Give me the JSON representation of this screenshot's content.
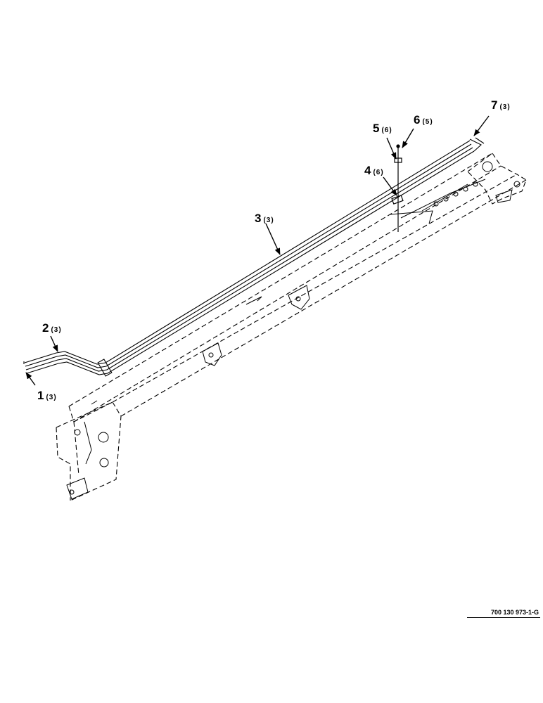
{
  "callouts": [
    {
      "id": "1",
      "number": "1",
      "qty": "(3)"
    },
    {
      "id": "2",
      "number": "2",
      "qty": "(3)"
    },
    {
      "id": "3",
      "number": "3",
      "qty": "(3)"
    },
    {
      "id": "4",
      "number": "4",
      "qty": "(6)"
    },
    {
      "id": "5",
      "number": "5",
      "qty": "(6)"
    },
    {
      "id": "6",
      "number": "6",
      "qty": "(5)"
    },
    {
      "id": "7",
      "number": "7",
      "qty": "(3)"
    }
  ],
  "document_number": "700 130 973-1-G",
  "colors": {
    "ink": "#000000",
    "background": "#ffffff"
  }
}
